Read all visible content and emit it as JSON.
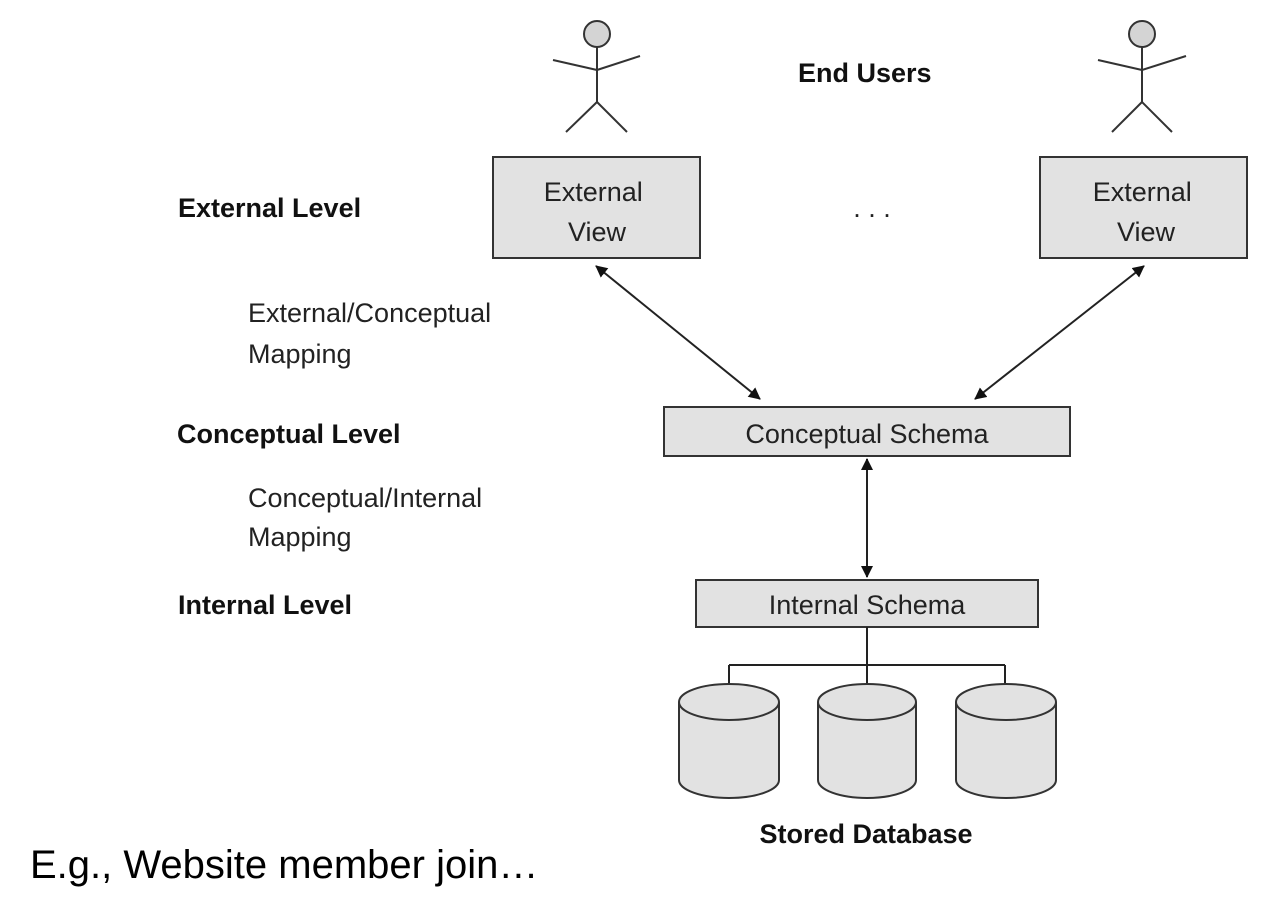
{
  "end_users_label": "End Users",
  "levels": {
    "external": "External Level",
    "conceptual": "Conceptual Level",
    "internal": "Internal Level"
  },
  "mappings": {
    "external_conceptual": [
      "External/Conceptual",
      "Mapping"
    ],
    "conceptual_internal": [
      "Conceptual/Internal",
      "Mapping"
    ]
  },
  "external_view_left": [
    "External",
    "View"
  ],
  "external_view_right": [
    "External",
    "View"
  ],
  "ellipsis": ". . .",
  "conceptual_schema": "Conceptual Schema",
  "internal_schema": "Internal Schema",
  "stored_database": "Stored Database",
  "footer_note": "E.g., Website member join…",
  "colors": {
    "box_fill": "#e2e2e2",
    "stroke": "#333333",
    "background": "#ffffff"
  }
}
